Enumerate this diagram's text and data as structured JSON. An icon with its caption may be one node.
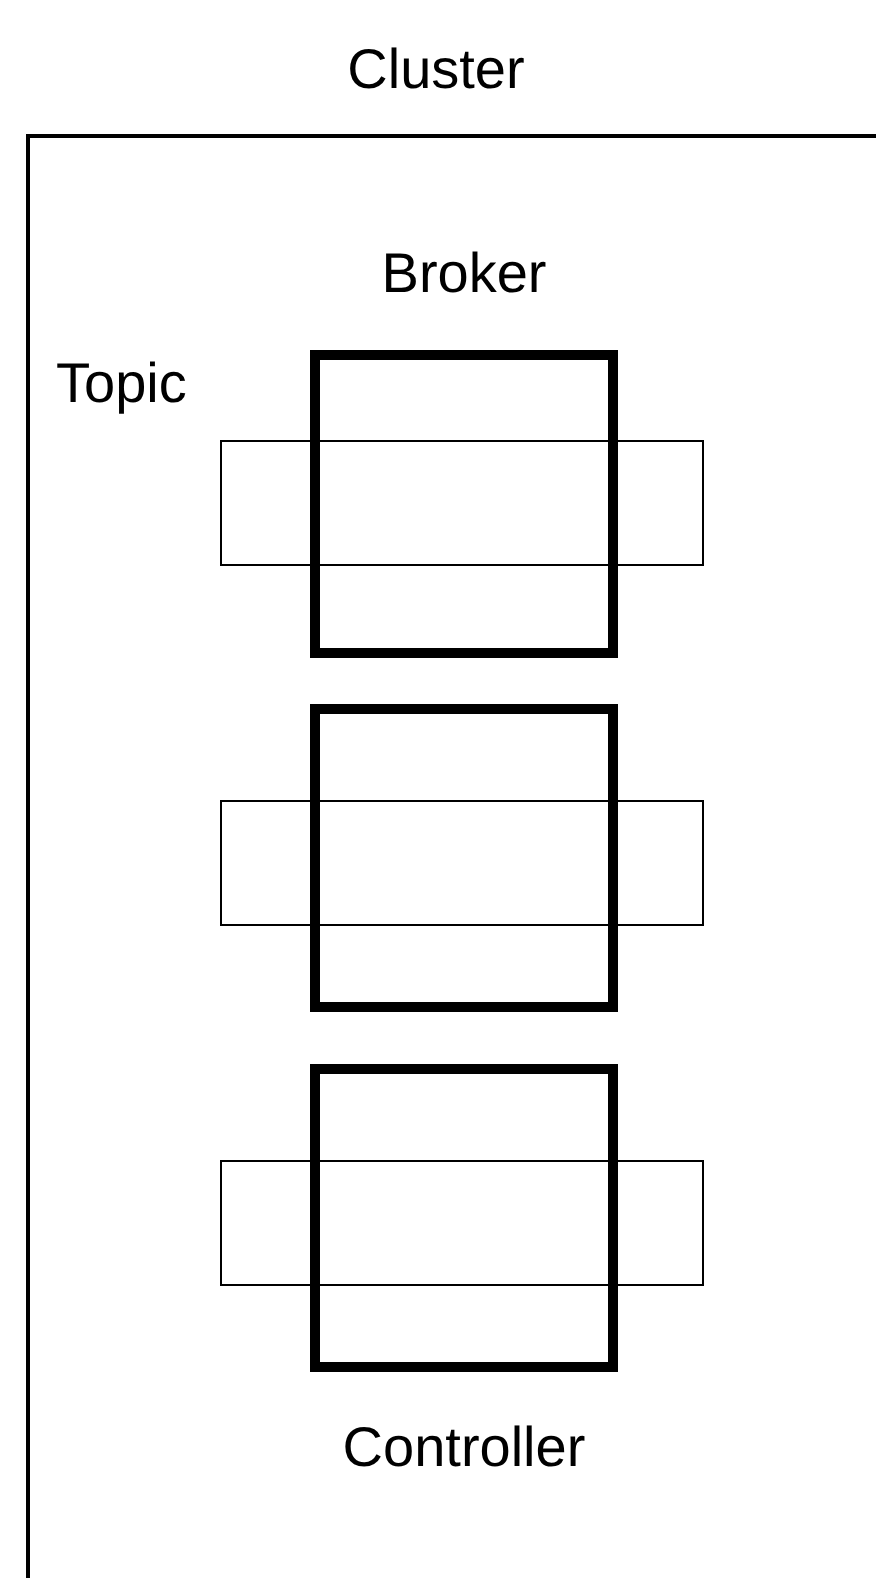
{
  "diagram": {
    "nodes": [
      {
        "text": [
          "Cluster"
        ]
      },
      {
        "text": [
          "Broker"
        ],
        "in": 0
      },
      {
        "text": [
          "Topic"
        ],
        "in": 0
      },
      {
        "text": [],
        "shape": "box",
        "in": 0
      },
      {
        "text": [],
        "shape": "box",
        "in": 0
      },
      {
        "text": [
          "Controller"
        ],
        "in": 0
      },
      {
        "text": [],
        "shape": "box",
        "in": 0
      }
    ]
  }
}
